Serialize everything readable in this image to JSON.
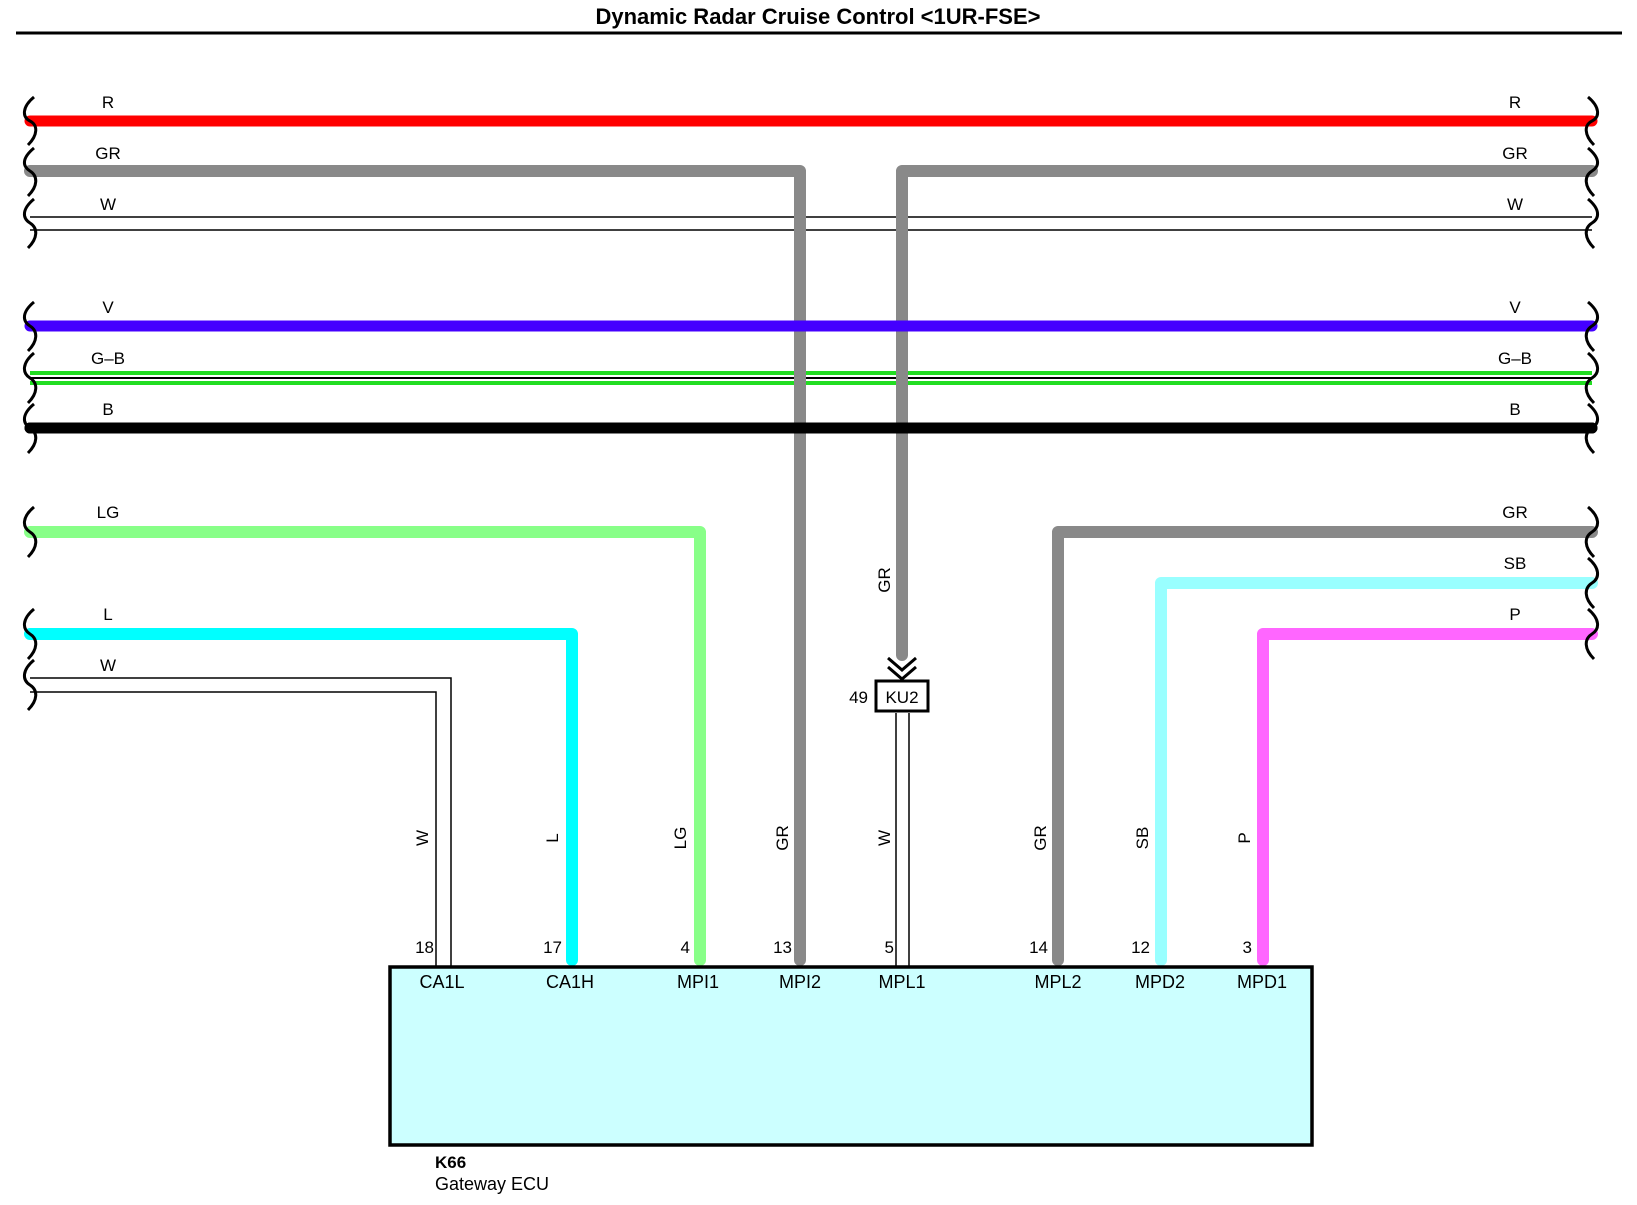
{
  "title": "Dynamic Radar Cruise Control <1UR-FSE>",
  "colors": {
    "R": "#ff0000",
    "GR": "#898989",
    "W": "#ffffff",
    "V": "#4400ff",
    "G-B": "#22dd22",
    "B": "#000000",
    "LG": "#88ff88",
    "L": "#00ffff",
    "SB": "#99ffff",
    "P": "#ff66ff",
    "ecu_fill": "#ccffff"
  },
  "wires": {
    "top_r": "R",
    "top_gr": "GR",
    "top_w": "W",
    "top_v": "V",
    "top_gb": "G–B",
    "top_b": "B",
    "right_gr": "GR",
    "right_sb": "SB",
    "right_p": "P",
    "left_lg": "LG",
    "left_l": "L",
    "left_w": "W",
    "ku2_in": "GR"
  },
  "inline_connector": {
    "id": "KU2",
    "pin": "49"
  },
  "ecu": {
    "id": "K66",
    "name": "Gateway ECU",
    "pins": [
      {
        "num": "18",
        "name": "CA1L",
        "wire": "W"
      },
      {
        "num": "17",
        "name": "CA1H",
        "wire": "L"
      },
      {
        "num": "4",
        "name": "MPI1",
        "wire": "LG"
      },
      {
        "num": "13",
        "name": "MPI2",
        "wire": "GR"
      },
      {
        "num": "5",
        "name": "MPL1",
        "wire": "W"
      },
      {
        "num": "14",
        "name": "MPL2",
        "wire": "GR"
      },
      {
        "num": "12",
        "name": "MPD2",
        "wire": "SB"
      },
      {
        "num": "3",
        "name": "MPD1",
        "wire": "P"
      }
    ]
  }
}
